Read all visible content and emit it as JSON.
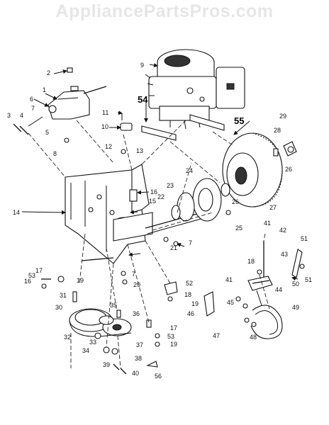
{
  "watermark": "AppliancePartsPros.com",
  "callouts": [
    "1",
    "2",
    "3",
    "4",
    "5",
    "6",
    "7",
    "8",
    "9",
    "10",
    "11",
    "12",
    "13",
    "14",
    "15",
    "16",
    "17",
    "18",
    "19",
    "20",
    "21",
    "22",
    "23",
    "24",
    "25",
    "26",
    "27",
    "28",
    "29",
    "30",
    "31",
    "32",
    "33",
    "34",
    "35",
    "36",
    "37",
    "38",
    "39",
    "40",
    "41",
    "42",
    "43",
    "44",
    "45",
    "46",
    "47",
    "48",
    "49",
    "50",
    "51",
    "52",
    "53",
    "54",
    "55",
    "56"
  ]
}
